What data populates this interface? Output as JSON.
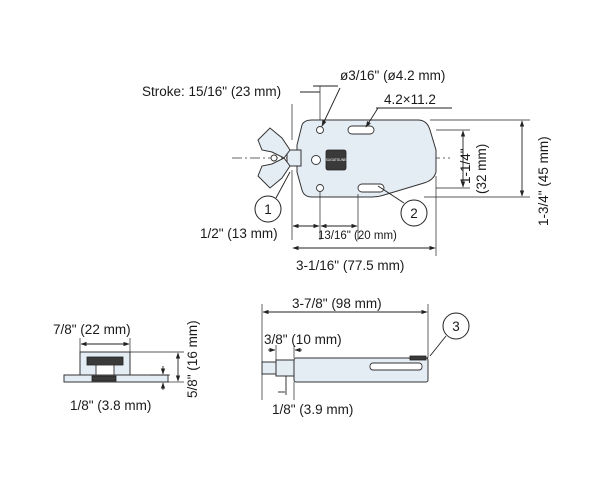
{
  "top_view": {
    "stroke_label": "Stroke: 15/16\" (23 mm)",
    "hole_dia_label": "ø3/16\" (ø4.2 mm)",
    "slot_label": "4.2×11.2",
    "height_inner_a": "1-1/4\"",
    "height_inner_b": "(32 mm)",
    "height_outer": "1-3/4\" (45 mm)",
    "callout_1": "1",
    "callout_2": "2",
    "offset_label": "1/2\" (13 mm)",
    "hole_spacing_label": "13/16\" (20 mm)",
    "length_label": "3-1/16\" (77.5 mm)",
    "brand_mark": "SUGATSUNE"
  },
  "end_view": {
    "width_label": "7/8\" (22 mm)",
    "height_label": "5/8\" (16 mm)",
    "base_label": "1/8\" (3.8 mm)"
  },
  "side_view": {
    "length_label": "3-7/8\" (98 mm)",
    "callout_3": "3",
    "tip_label": "3/8\" (10 mm)",
    "base_label": "1/8\" (3.9 mm)"
  }
}
